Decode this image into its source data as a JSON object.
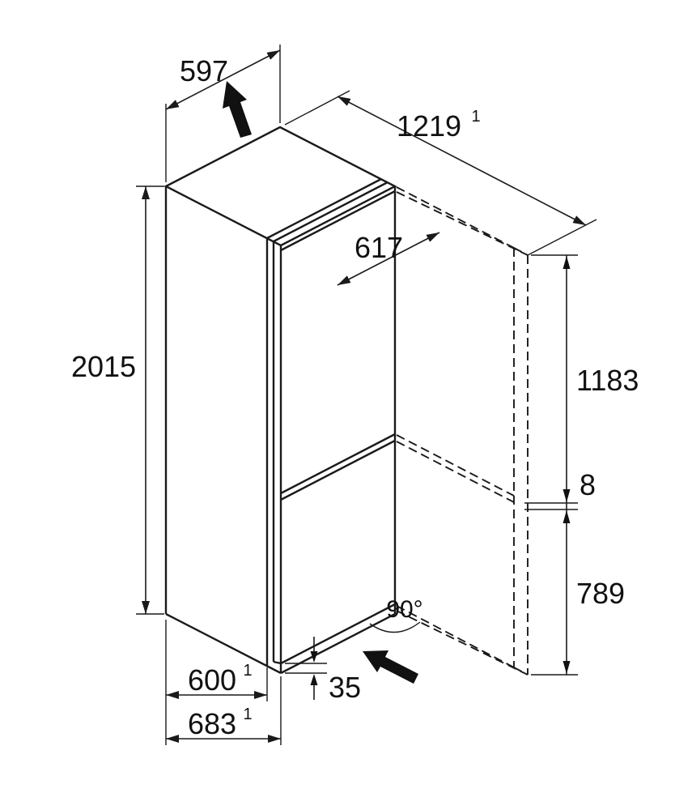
{
  "diagram": {
    "kind": "appliance installation dimension drawing",
    "subject": "fridge-freezer with doors shown open 90 degrees",
    "line_color": "#1a1a1a",
    "background": "#ffffff"
  },
  "dims": {
    "width": {
      "value": "597"
    },
    "clearance_open": {
      "value": "1219",
      "sup": "1"
    },
    "door_open": {
      "value": "617"
    },
    "height": {
      "value": "2015"
    },
    "upper_section": {
      "value": "1183"
    },
    "gap": {
      "value": "8"
    },
    "lower_section": {
      "value": "789"
    },
    "angle": {
      "value": "90°"
    },
    "depth": {
      "value": "600",
      "sup": "1"
    },
    "base_clearance": {
      "value": "35"
    },
    "depth_total": {
      "value": "683",
      "sup": "1"
    }
  }
}
